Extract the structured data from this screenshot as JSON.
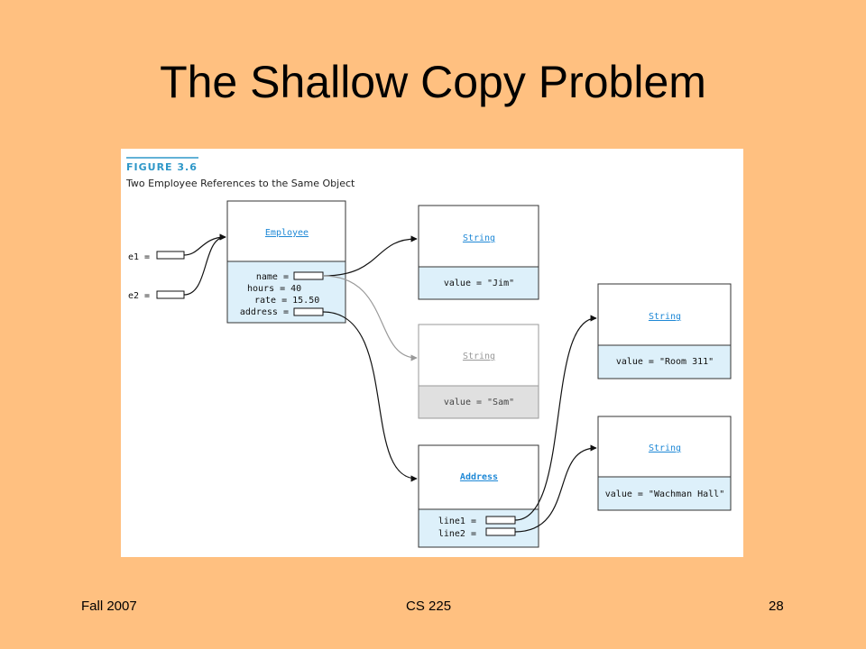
{
  "slide": {
    "title": "The Shallow Copy Problem",
    "footer_left": "Fall 2007",
    "footer_center": "CS 225",
    "footer_right": "28"
  },
  "figure": {
    "label": "FIGURE 3.6",
    "caption": "Two Employee References to the Same Object",
    "vars": {
      "e1": "e1 =",
      "e2": "e2 ="
    },
    "employee": {
      "title": "Employee",
      "fields": {
        "name": "name =",
        "hours": "hours = 40",
        "rate": "rate = 15.50",
        "address": "address ="
      }
    },
    "string_jim": {
      "title": "String",
      "value": "value = \"Jim\""
    },
    "string_sam": {
      "title": "String",
      "value": "value = \"Sam\""
    },
    "string_room": {
      "title": "String",
      "value": "value = \"Room 311\""
    },
    "string_hall": {
      "title": "String",
      "value": "value = \"Wachman Hall\""
    },
    "address": {
      "title": "Address",
      "line1": "line1 =",
      "line2": "line2 ="
    }
  },
  "colors": {
    "background": "#FFC080",
    "figure_label": "#2E97C8",
    "class_title": "#1E88D6",
    "field_fill": "#DDF0FA",
    "faded_fill": "#E0E0E0"
  }
}
